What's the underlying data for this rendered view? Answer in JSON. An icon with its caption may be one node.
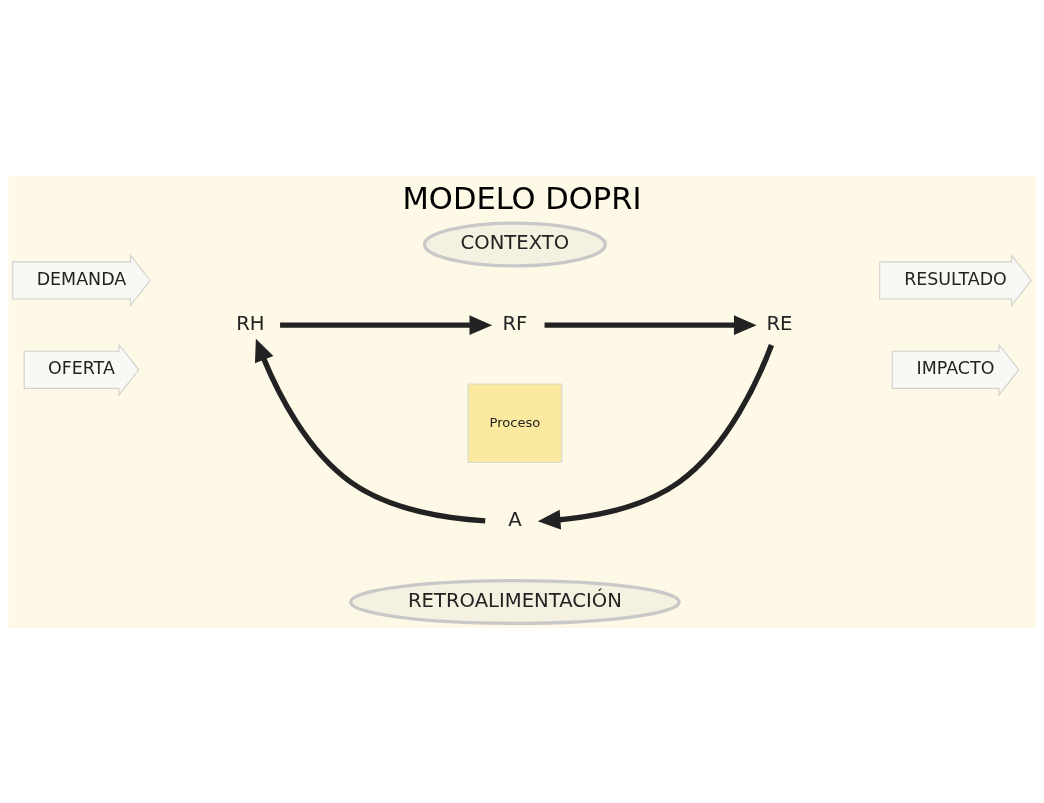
{
  "diagram": {
    "title": "MODELO DOPRI",
    "nodes": [
      {
        "text": [
          "CONTEXTO"
        ]
      },
      {
        "text": [
          "DEMANDA"
        ]
      },
      {
        "text": [
          "OFERTA"
        ]
      },
      {
        "text": [
          "RF"
        ]
      },
      {
        "text": [
          "RH"
        ]
      },
      {
        "text": [
          "Proceso"
        ]
      },
      {
        "text": [
          "RE"
        ]
      },
      {
        "text": [
          "A"
        ]
      },
      {
        "text": [
          "RESULTADO"
        ]
      },
      {
        "text": [
          "IMPACTO"
        ]
      },
      {
        "text": [
          "RETROALIMENTACIÓN"
        ]
      }
    ],
    "edges": [
      {
        "from": 4,
        "to": 3,
        "arrow": "to"
      },
      {
        "from": 3,
        "to": 6,
        "arrow": "to"
      },
      {
        "from": 6,
        "to": 7,
        "arrow": "to"
      },
      {
        "from": 7,
        "to": 4,
        "arrow": "to"
      }
    ]
  }
}
